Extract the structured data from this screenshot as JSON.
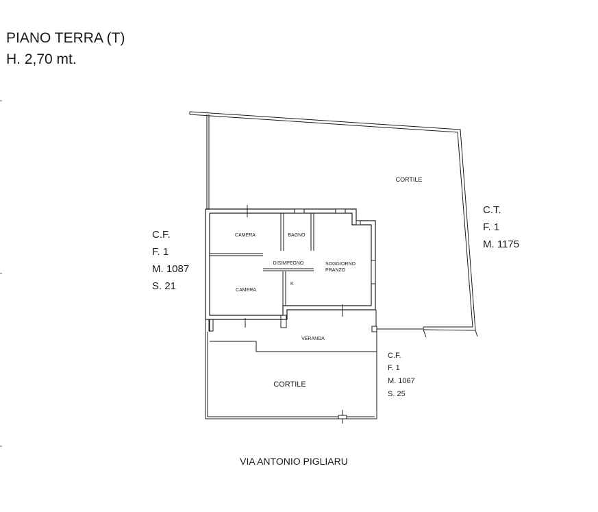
{
  "header": {
    "floor_label": "PIANO TERRA (T)",
    "height_label": "H. 2,70 mt."
  },
  "rooms": {
    "cortile_top": "CORTILE",
    "camera_top": "CAMERA",
    "bagno": "BAGNO",
    "disimpegno": "DISIMPEGNO",
    "soggiorno_line1": "SOGGIORNO",
    "soggiorno_line2": "PRANZO",
    "camera_bottom": "CAMERA",
    "k": "K",
    "veranda": "VERANDA",
    "cortile_bottom": "CORTILE"
  },
  "cadastral": {
    "left": {
      "line1": "C.F.",
      "line2": "F. 1",
      "line3": "M. 1087",
      "line4": "S. 21"
    },
    "right": {
      "line1": "C.T.",
      "line2": "F. 1",
      "line3": "M. 1175"
    },
    "bottom": {
      "line1": "C.F.",
      "line2": "F. 1",
      "line3": "M. 1067",
      "line4": "S. 25"
    }
  },
  "street": "VIA ANTONIO PIGLIARU",
  "colors": {
    "ink": "#1a1a1a",
    "wall_fill": "#ffffff",
    "margin_tick": "#3a5bd9"
  }
}
